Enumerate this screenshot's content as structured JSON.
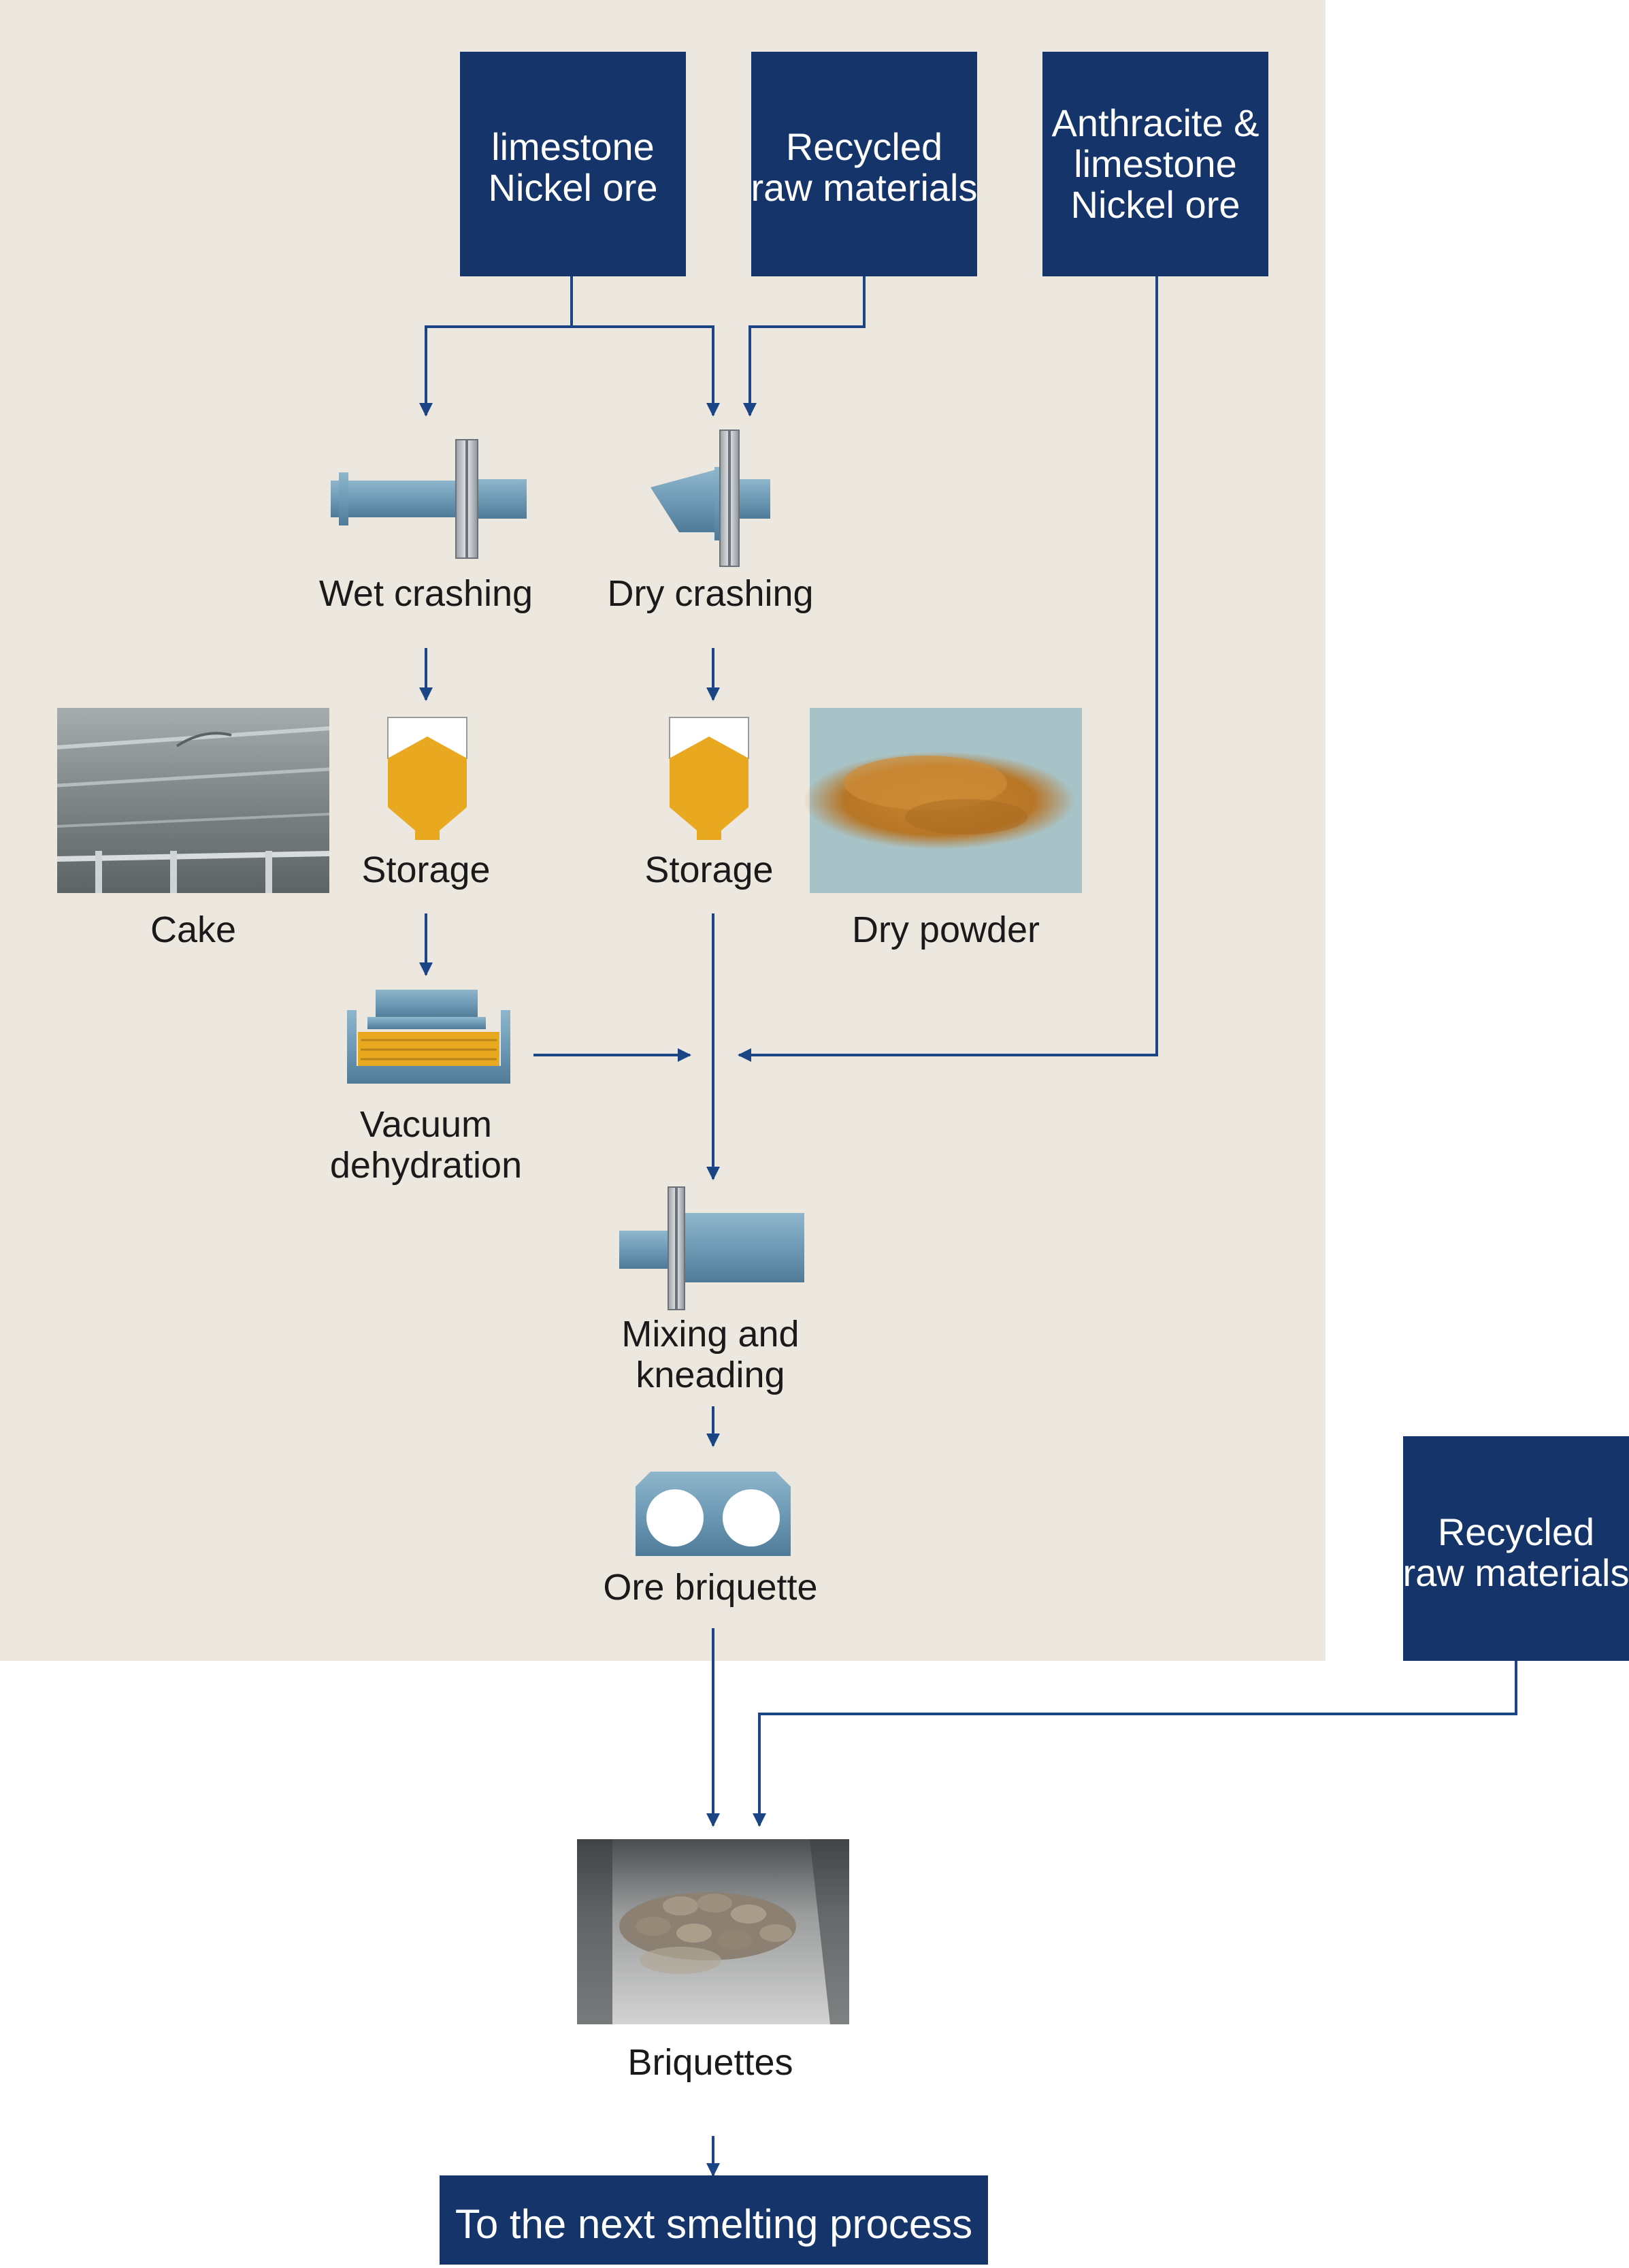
{
  "colors": {
    "panel_bg": "#ece8df",
    "box_fill": "#14346a",
    "arrow": "#1c4585",
    "machine": "#6e9ab6",
    "silo": "#e8a820"
  },
  "inputs": {
    "box1": [
      "limestone",
      "Nickel ore"
    ],
    "box2": [
      "Recycled",
      "raw materials"
    ],
    "box3": [
      "Anthracite &",
      "limestone",
      "Nickel ore"
    ],
    "box4": [
      "Recycled",
      "raw materials"
    ]
  },
  "steps": {
    "wet_crashing": "Wet crashing",
    "dry_crashing": "Dry crashing",
    "storage_wet": "Storage",
    "storage_dry": "Storage",
    "cake": "Cake",
    "dry_powder": "Dry powder",
    "vacuum_dehydration": [
      "Vacuum",
      "dehydration"
    ],
    "mixing_kneading": [
      "Mixing and",
      "kneading"
    ],
    "ore_briquette": "Ore briquette",
    "briquettes": "Briquettes"
  },
  "final": "To the next smelting process",
  "icons": [
    "wet-crusher-icon",
    "dry-crusher-icon",
    "silo-icon",
    "vacuum-filter-icon",
    "mixer-kneader-icon",
    "briquette-press-icon"
  ],
  "photos": [
    "cake-photo",
    "dry-powder-photo",
    "briquettes-photo"
  ]
}
